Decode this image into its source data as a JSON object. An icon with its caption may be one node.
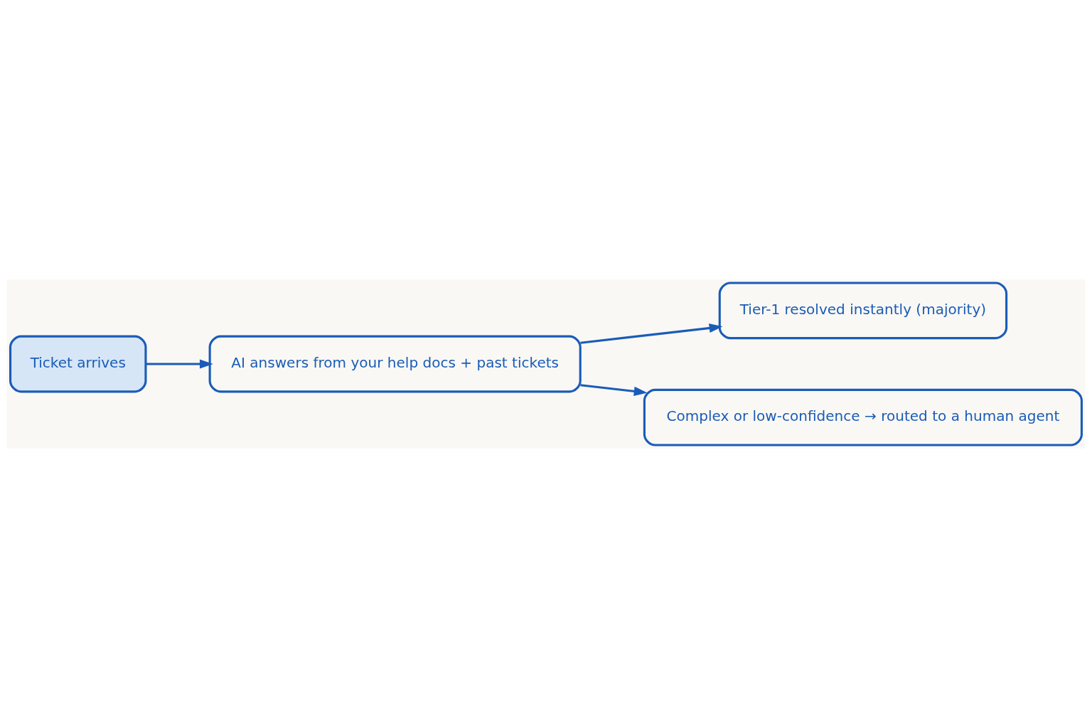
{
  "diagram": {
    "nodes": [
      {
        "text": [
          "Ticket arrives"
        ]
      },
      {
        "text": [
          "AI answers from your help docs + past tickets"
        ]
      },
      {
        "text": [
          "Tier-1 resolved instantly (majority)"
        ]
      },
      {
        "text": [
          "Complex or low-confidence → routed to a human agent"
        ]
      }
    ],
    "edges": [
      {
        "from": 0,
        "to": 1,
        "arrow": "to"
      },
      {
        "from": 1,
        "to": 2,
        "arrow": "to"
      },
      {
        "from": 1,
        "to": 3,
        "arrow": "to"
      }
    ]
  }
}
